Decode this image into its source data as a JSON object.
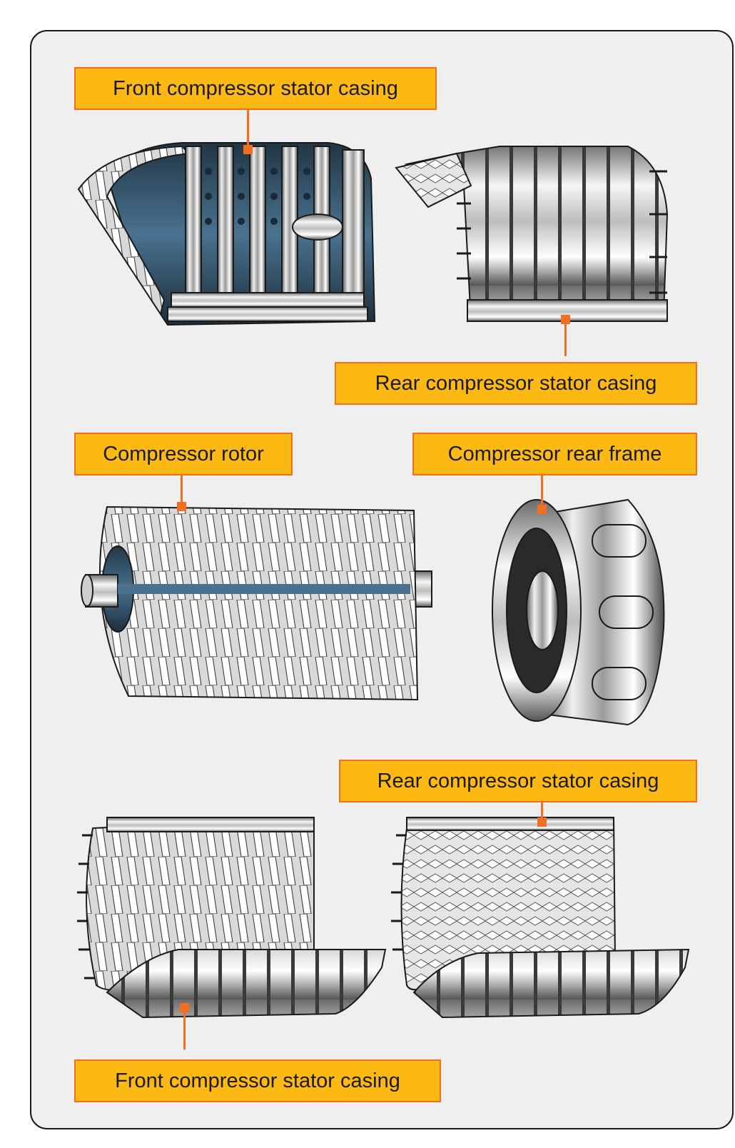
{
  "callouts": {
    "top_left": "Front compressor stator casing",
    "top_right": "Rear compressor stator casing",
    "mid_left": "Compressor rotor",
    "mid_right": "Compressor rear frame",
    "bottom_right": "Rear compressor stator casing",
    "bottom_left": "Front compressor stator casing"
  },
  "colors": {
    "label_fill": "#fdb913",
    "label_border": "#f26f21",
    "metal_light": "#f4f4f4",
    "metal_dark": "#5a5a5a",
    "hub_blue": "#4a7290",
    "casing_blue": "#2f4d63"
  }
}
